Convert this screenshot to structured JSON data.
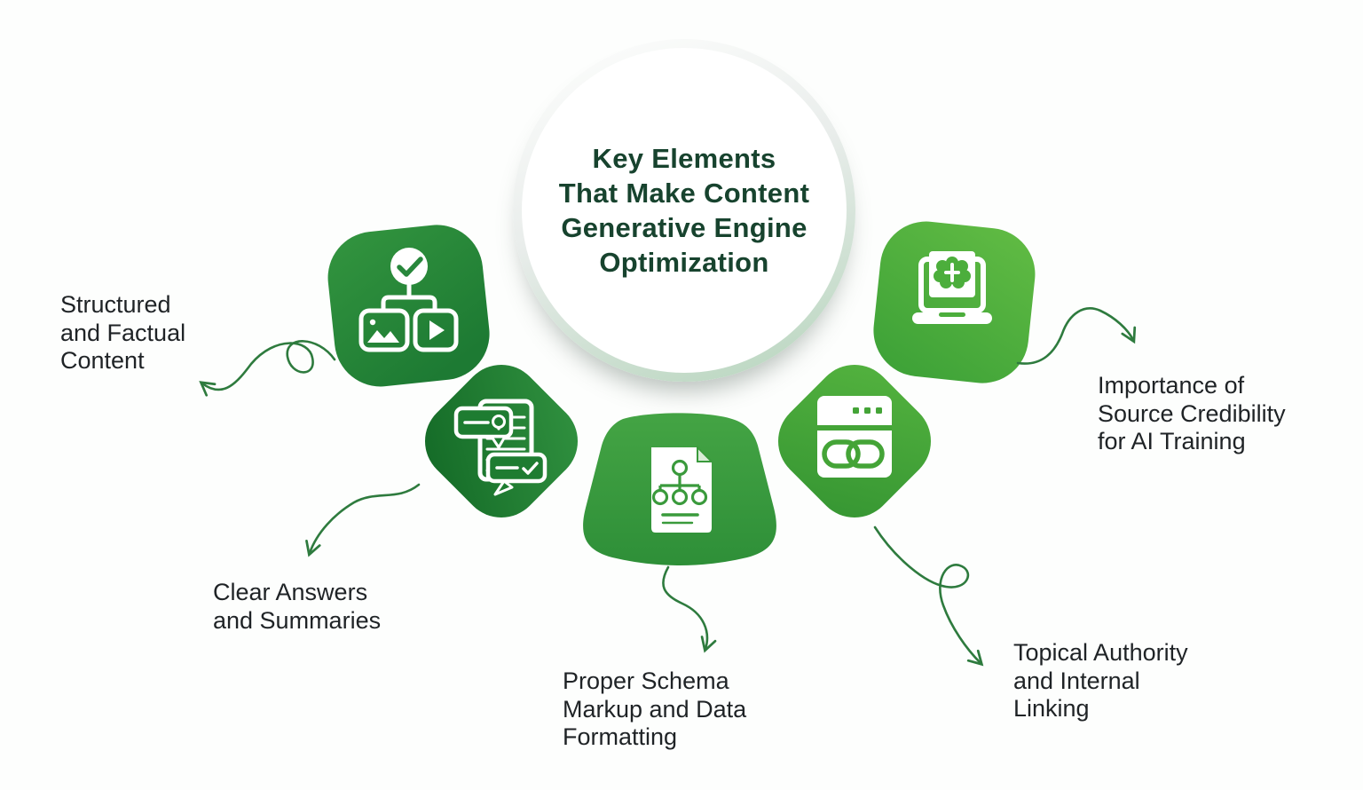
{
  "title": "Key Elements\nThat Make Content\nGenerative Engine\nOptimization",
  "colors": {
    "background": "#fdfefd",
    "title_text": "#17432e",
    "label_text": "#1f2326",
    "arrow": "#2e7b3e",
    "circle_ring": "#b9d6bf",
    "icon": "#ffffff"
  },
  "items": [
    {
      "id": "structured-factual-content",
      "label": "Structured\nand Factual\nContent",
      "icon": "media-flowchart-check-icon",
      "color_top": "#33953f",
      "color_bottom": "#1d7a33",
      "icon_accent": "#28873c"
    },
    {
      "id": "clear-answers-summaries",
      "label": "Clear Answers\nand Summaries",
      "icon": "document-question-answer-icon",
      "color_top": "#2f8f3e",
      "color_bottom": "#156c28",
      "icon_accent": "#1e7c31"
    },
    {
      "id": "schema-markup-data-formatting",
      "label": "Proper Schema\nMarkup and Data\nFormatting",
      "icon": "schema-document-icon",
      "color_top": "#44a444",
      "color_bottom": "#2e8f38",
      "icon_accent": "#3a9a3c"
    },
    {
      "id": "topical-authority-internal-linking",
      "label": "Topical Authority\nand Internal\nLinking",
      "icon": "browser-link-icon",
      "color_top": "#52b13e",
      "color_bottom": "#379733",
      "icon_accent": "#44a437"
    },
    {
      "id": "source-credibility-ai-training",
      "label": "Importance of\nSource Credibility\nfor AI Training",
      "icon": "laptop-ai-brain-icon",
      "color_top": "#5fba43",
      "color_bottom": "#3fa338",
      "icon_accent": "#4cae3c"
    }
  ]
}
